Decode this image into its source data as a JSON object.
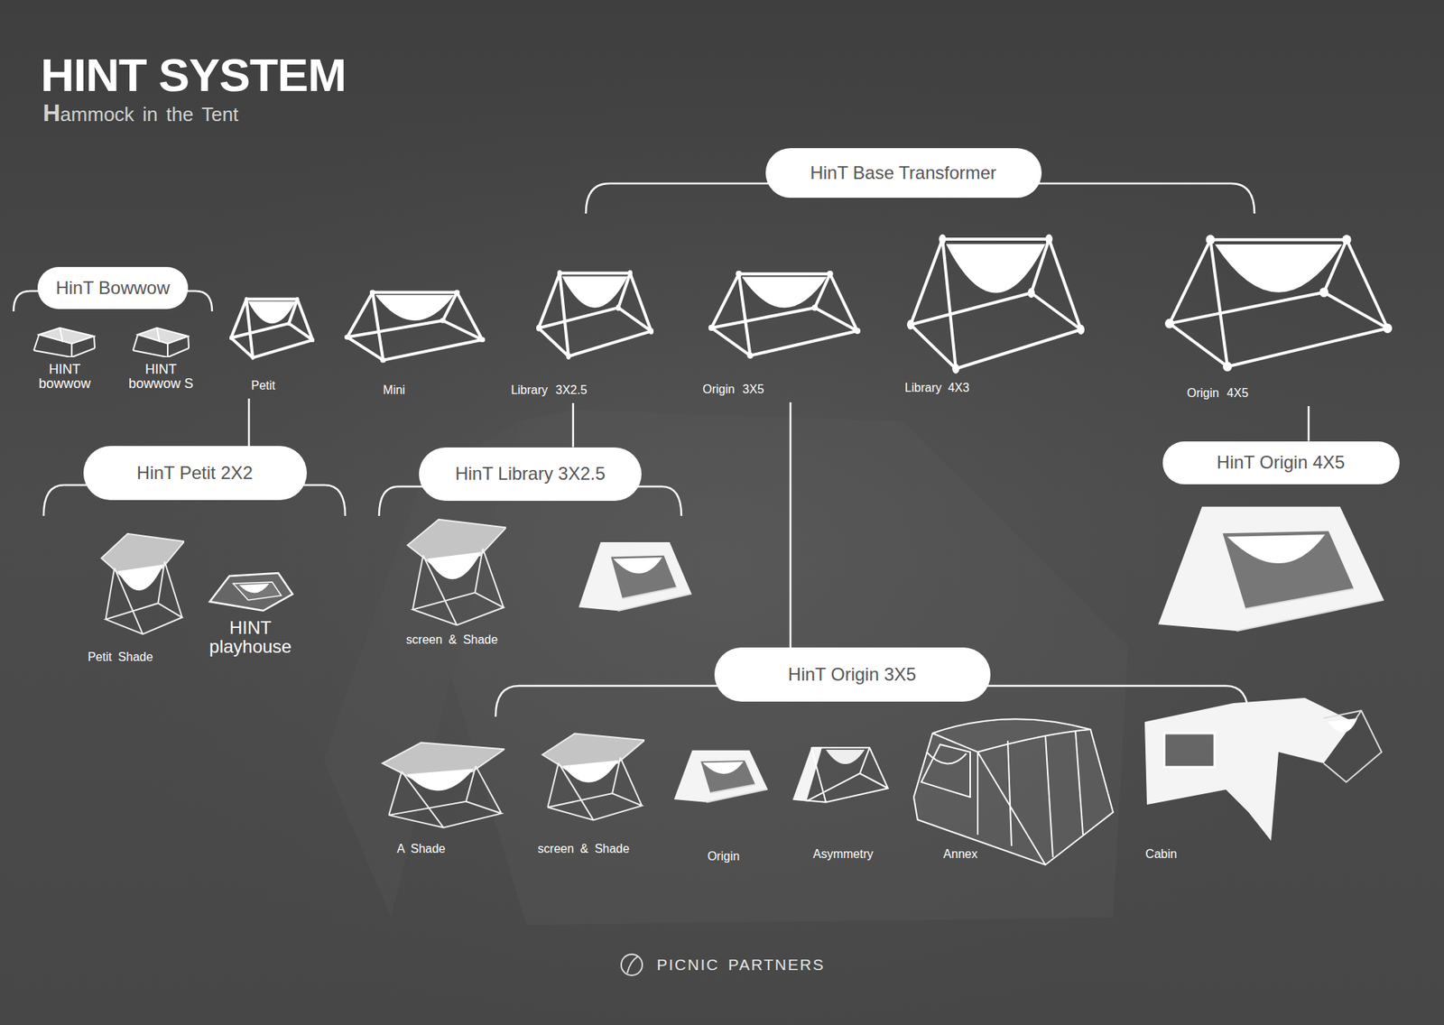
{
  "diagram": {
    "title": "HINT SYSTEM",
    "nodes": [
      {
        "text": [
          "HinT Base Transformer"
        ]
      },
      {
        "text": [
          "HinT Bowwow"
        ]
      },
      {
        "text": [
          "Petit"
        ]
      },
      {
        "text": [
          "Library 3X2.5"
        ]
      },
      {
        "text": [
          "Origin 3X5"
        ]
      },
      {
        "text": [
          "Origin 4X5"
        ]
      },
      {
        "text": [
          "HinT Petit 2X2"
        ]
      },
      {
        "text": [
          "HinT Library 3X2.5"
        ]
      },
      {
        "text": [
          "HinT Origin 4X5"
        ]
      },
      {
        "text": [
          "HinT Origin 3X5"
        ]
      }
    ],
    "edges": [
      {
        "from": 2,
        "to": 6,
        "arrow": "none"
      },
      {
        "from": 3,
        "to": 7,
        "arrow": "none"
      },
      {
        "from": 4,
        "to": 9,
        "arrow": "none"
      },
      {
        "from": 5,
        "to": 8,
        "arrow": "none"
      }
    ],
    "labels": [
      "Hammock in the Tent",
      "HINT bowwow",
      "HINT bowwow S",
      "Mini",
      "Library 4X3",
      "Petit Shade",
      "HINT playhouse",
      "screen & Shade",
      "A Shade",
      "screen & Shade",
      "Origin",
      "Asymmetry",
      "Annex",
      "Cabin",
      "PICNIC PARTNERS"
    ]
  }
}
